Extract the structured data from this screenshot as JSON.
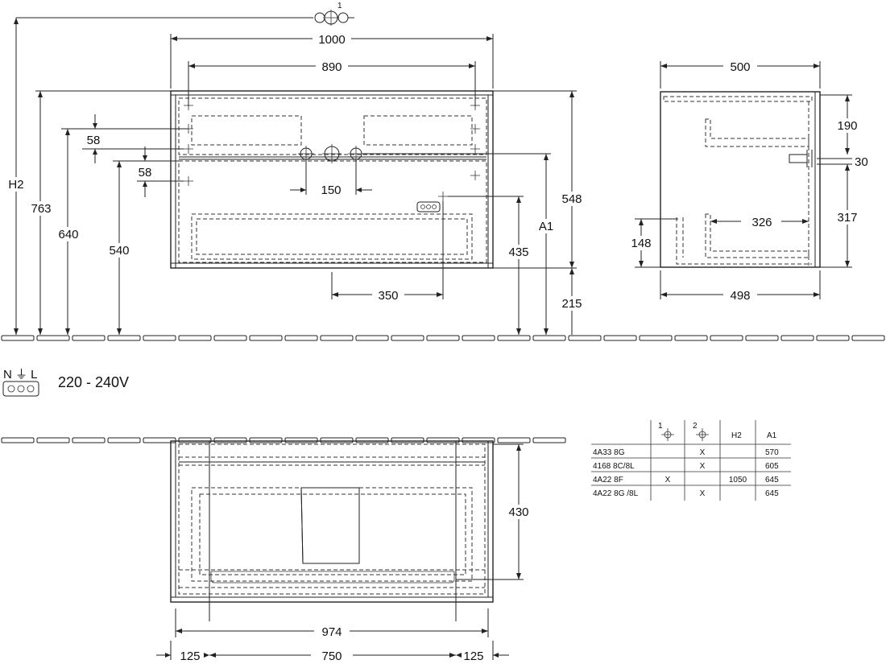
{
  "front_view": {
    "dims": {
      "width_1000": "1000",
      "width_890": "890",
      "h2": "H2",
      "h_763": "763",
      "h_640": "640",
      "h_540": "540",
      "d_58a": "58",
      "d_58b": "58",
      "spacing_150": "150",
      "h_548": "548",
      "a1": "A1",
      "h_435": "435",
      "h_215": "215",
      "offset_350": "350"
    },
    "callout_1": "1"
  },
  "side_view": {
    "dims": {
      "depth_500": "500",
      "depth_498": "498",
      "h_190": "190",
      "h_30": "30",
      "h_317": "317",
      "h_148": "148",
      "d_326": "326"
    }
  },
  "electrical": {
    "symbol_label": "N ⏚ L",
    "voltage": "220 - 240V"
  },
  "top_view": {
    "dims": {
      "depth_430": "430",
      "width_974": "974",
      "side_125_left": "125",
      "middle_750": "750",
      "side_125_right": "125"
    }
  },
  "variant_table": {
    "headers": [
      "",
      "1",
      "2",
      "H2",
      "A1"
    ],
    "rows": [
      {
        "model": "4A33 8G",
        "c1": "",
        "c2": "X",
        "h2": "",
        "a1": "570"
      },
      {
        "model": "4168 8C/8L",
        "c1": "",
        "c2": "X",
        "h2": "",
        "a1": "605"
      },
      {
        "model": "4A22 8F",
        "c1": "X",
        "c2": "",
        "h2": "1050",
        "a1": "645"
      },
      {
        "model": "4A22 8G /8L",
        "c1": "",
        "c2": "X",
        "h2": "",
        "a1": "645"
      }
    ]
  }
}
